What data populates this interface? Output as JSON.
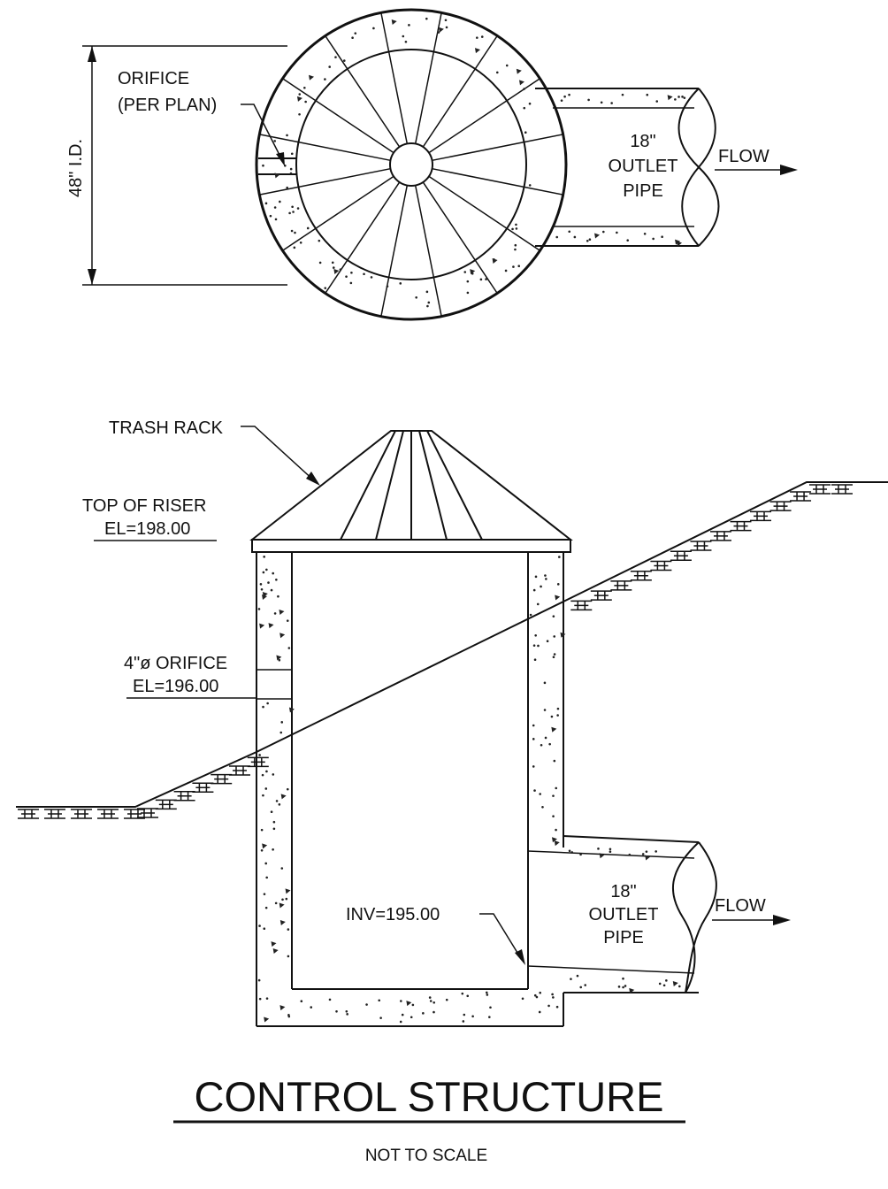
{
  "title": "CONTROL STRUCTURE",
  "subtitle": "NOT TO SCALE",
  "plan_view": {
    "orifice_label_1": "ORIFICE",
    "orifice_label_2": "(PER PLAN)",
    "diameter_label": "48\" I.D.",
    "pipe_label_1": "18\"",
    "pipe_label_2": "OUTLET",
    "pipe_label_3": "PIPE",
    "flow_label": "FLOW"
  },
  "section_view": {
    "trash_rack_label": "TRASH RACK",
    "top_of_riser_label": "TOP OF RISER",
    "top_of_riser_el": "EL=198.00",
    "orifice_label": "4\"ø ORIFICE",
    "orifice_el": "EL=196.00",
    "invert_label": "INV=195.00",
    "pipe_label_1": "18\"",
    "pipe_label_2": "OUTLET",
    "pipe_label_3": "PIPE",
    "flow_label": "FLOW"
  }
}
